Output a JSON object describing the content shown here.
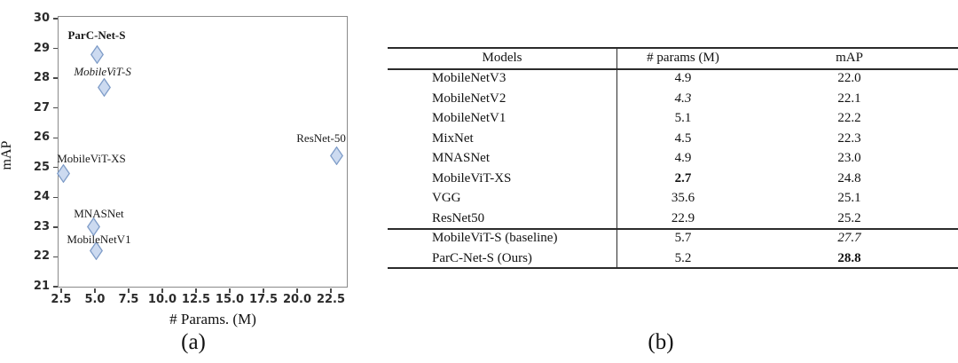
{
  "captions": {
    "a": "(a)",
    "b": "(b)"
  },
  "chart_data": {
    "type": "scatter",
    "title": "",
    "xlabel": "# Params. (M)",
    "ylabel": "mAP",
    "xlim": [
      2.24,
      23.75
    ],
    "ylim": [
      20.97,
      30.09
    ],
    "xticks": [
      2.5,
      5.0,
      7.5,
      10.0,
      12.5,
      15.0,
      17.5,
      20.0,
      22.5
    ],
    "yticks": [
      21,
      22,
      23,
      24,
      25,
      26,
      27,
      28,
      29,
      30
    ],
    "grid": false,
    "legend": "none",
    "marker": {
      "shape": "thin-diamond",
      "fill": "#ccdaf0",
      "stroke": "#7e9cc8"
    },
    "points": [
      {
        "name": "ParC-Net-S",
        "x": 5.2,
        "y": 28.8,
        "label_style": "bold",
        "label_dx": -1,
        "label_dy": -21
      },
      {
        "name": "MobileViT-S",
        "x": 5.7,
        "y": 27.7,
        "label_style": "italic",
        "label_dx": -2,
        "label_dy": -17
      },
      {
        "name": "ResNet-50",
        "x": 22.9,
        "y": 25.4,
        "label_style": "normal",
        "label_dx": -17,
        "label_dy": -19
      },
      {
        "name": "MobileViT-XS",
        "x": 2.7,
        "y": 24.8,
        "label_style": "normal",
        "label_dx": 31,
        "label_dy": -16
      },
      {
        "name": "MNASNet",
        "x": 4.9,
        "y": 23.0,
        "label_style": "normal",
        "label_dx": 6,
        "label_dy": -15
      },
      {
        "name": "MobileNetV1",
        "x": 5.1,
        "y": 22.2,
        "label_style": "normal",
        "label_dx": 3,
        "label_dy": -13
      }
    ]
  },
  "table": {
    "headers": [
      "Models",
      "# params (M)",
      "mAP"
    ],
    "rows": [
      {
        "model": "MobileNetV3",
        "params": "4.9",
        "map": "22.0",
        "params_style": "normal",
        "map_style": "normal",
        "group": "main"
      },
      {
        "model": "MobileNetV2",
        "params": "4.3",
        "map": "22.1",
        "params_style": "italic",
        "map_style": "normal",
        "group": "main"
      },
      {
        "model": "MobileNetV1",
        "params": "5.1",
        "map": "22.2",
        "params_style": "normal",
        "map_style": "normal",
        "group": "main"
      },
      {
        "model": "MixNet",
        "params": "4.5",
        "map": "22.3",
        "params_style": "normal",
        "map_style": "normal",
        "group": "main"
      },
      {
        "model": "MNASNet",
        "params": "4.9",
        "map": "23.0",
        "params_style": "normal",
        "map_style": "normal",
        "group": "main"
      },
      {
        "model": "MobileViT-XS",
        "params": "2.7",
        "map": "24.8",
        "params_style": "bold",
        "map_style": "normal",
        "group": "main"
      },
      {
        "model": "VGG",
        "params": "35.6",
        "map": "25.1",
        "params_style": "normal",
        "map_style": "normal",
        "group": "main"
      },
      {
        "model": "ResNet50",
        "params": "22.9",
        "map": "25.2",
        "params_style": "normal",
        "map_style": "normal",
        "group": "main"
      },
      {
        "model": "MobileViT-S (baseline)",
        "params": "5.7",
        "map": "27.7",
        "params_style": "normal",
        "map_style": "italic",
        "group": "ours"
      },
      {
        "model": "ParC-Net-S (Ours)",
        "params": "5.2",
        "map": "28.8",
        "params_style": "normal",
        "map_style": "bold",
        "group": "ours"
      }
    ]
  }
}
